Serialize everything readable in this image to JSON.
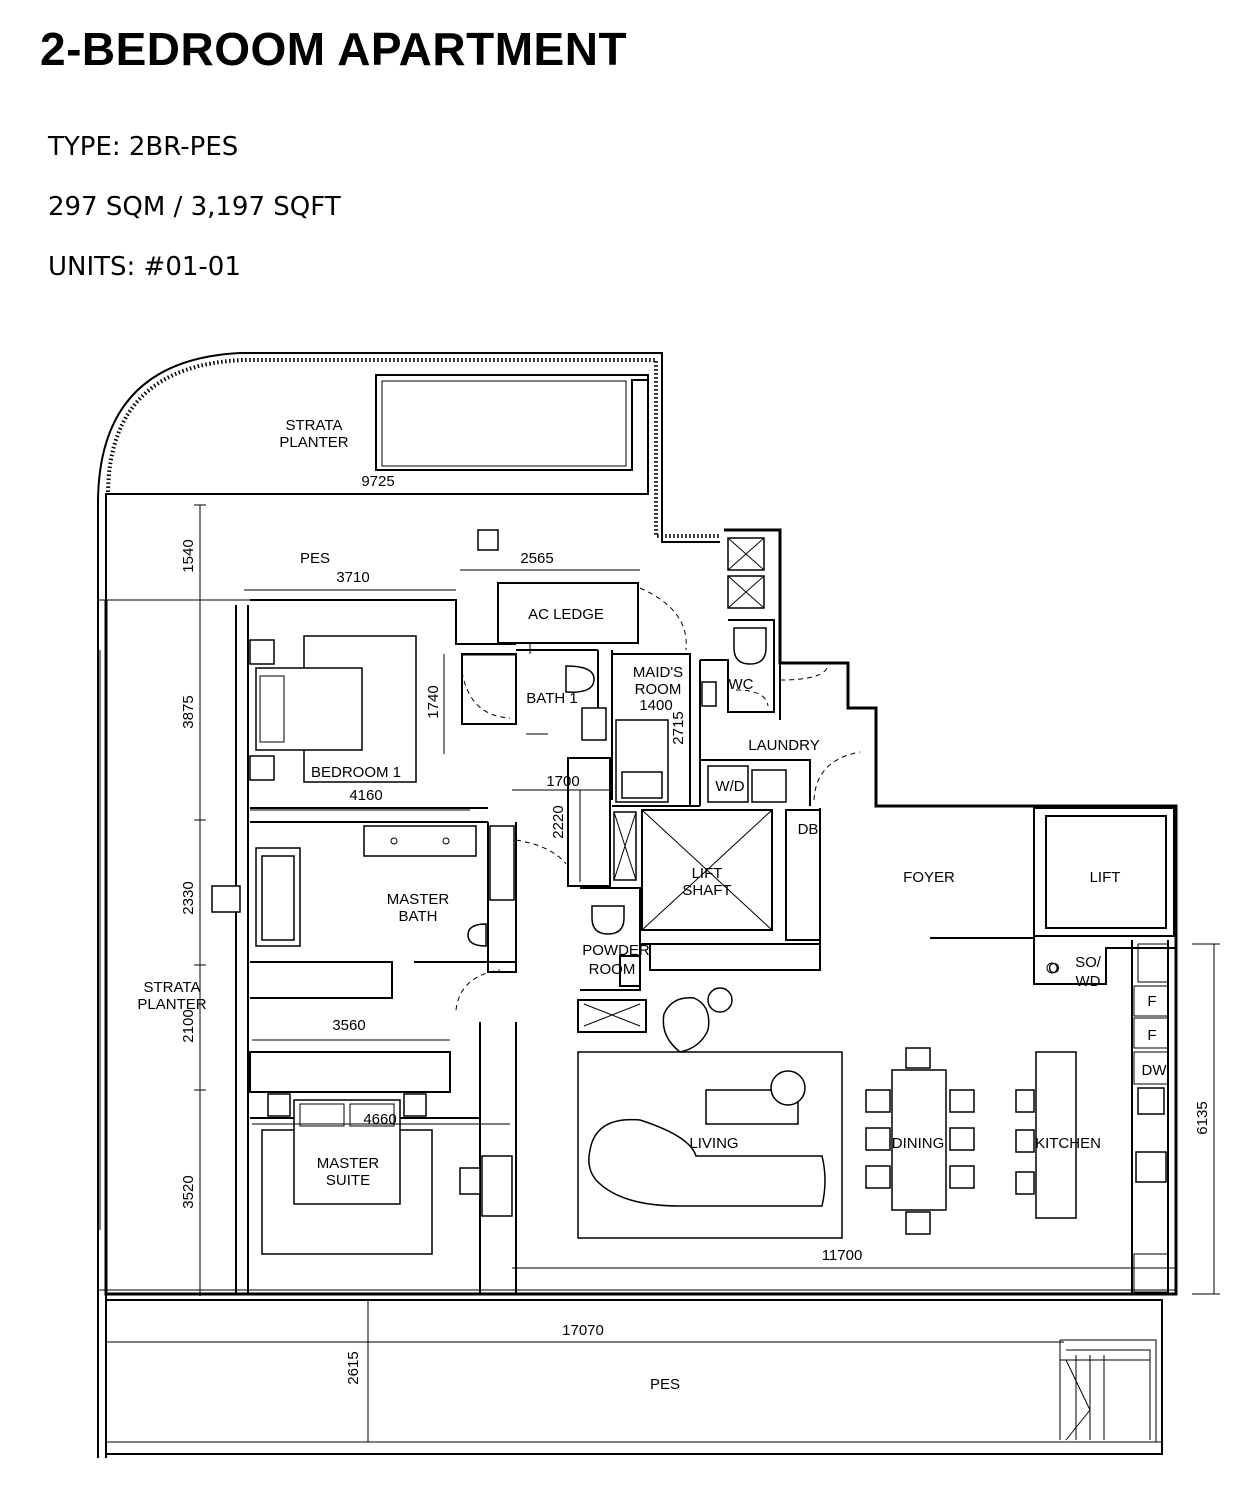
{
  "header": {
    "title": "2-BEDROOM APARTMENT",
    "type": "TYPE: 2BR-PES",
    "area": "297 SQM / 3,197 SQFT",
    "units": "UNITS: #01-01"
  },
  "rooms": {
    "strata_planter_top": [
      "STRATA",
      "PLANTER"
    ],
    "pes_top": "PES",
    "ac_ledge": "AC LEDGE",
    "bath1": "BATH 1",
    "maids_room": [
      "MAID'S",
      "ROOM"
    ],
    "wc": "WC",
    "laundry": "LAUNDRY",
    "wd": "W/D",
    "bedroom1": "BEDROOM 1",
    "master_bath": [
      "MASTER",
      "BATH"
    ],
    "lift_shaft": [
      "LIFT",
      "SHAFT"
    ],
    "db": "DB",
    "foyer": "FOYER",
    "lift": "LIFT",
    "powder_room": [
      "POWDER",
      "ROOM"
    ],
    "strata_planter_left": [
      "STRATA",
      "PLANTER"
    ],
    "so_wd": [
      "SO/",
      "WD"
    ],
    "o": "O",
    "f1": "F",
    "f2": "F",
    "dw": "DW",
    "master_suite": [
      "MASTER",
      "SUITE"
    ],
    "living": "LIVING",
    "dining": "DINING",
    "kitchen": "KITCHEN",
    "pes_bottom": "PES"
  },
  "dimensions": {
    "d9725": "9725",
    "d1540": "1540",
    "d3710": "3710",
    "d2565": "2565",
    "d3875": "3875",
    "d1740": "1740",
    "d1400": "1400",
    "d2715": "2715",
    "d4160": "4160",
    "d1700": "1700",
    "d2220": "2220",
    "d2330": "2330",
    "d2100": "2100",
    "d3560": "3560",
    "d4660": "4660",
    "d3520": "3520",
    "d11700": "11700",
    "d6135": "6135",
    "d17070": "17070",
    "d2615": "2615"
  }
}
